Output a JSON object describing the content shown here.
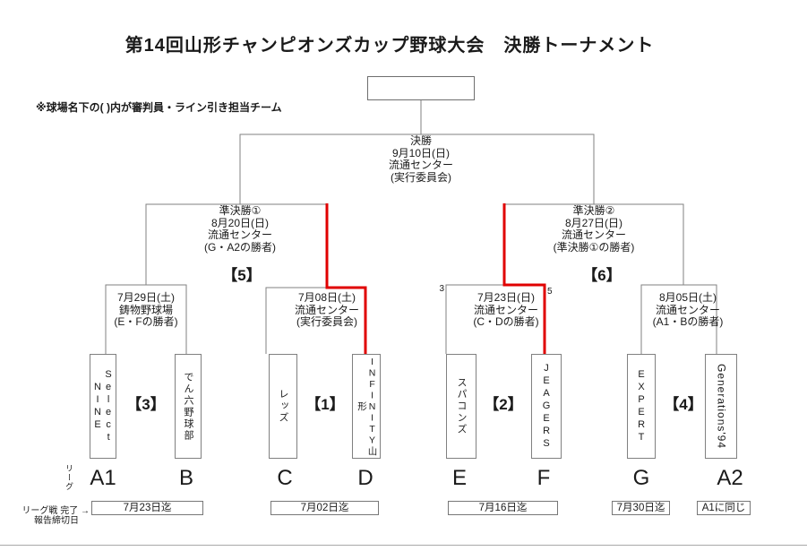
{
  "title": "第14回山形チャンピオンズカップ野球大会　決勝トーナメント",
  "note": "※球場名下の( )内が審判員・ライン引き担当チーム",
  "rounds": {
    "final": {
      "label": "決勝",
      "date": "9月10日(日)",
      "venue": "流通センター",
      "duty": "(実行委員会)"
    },
    "semifinal1": {
      "label": "準決勝①",
      "date": "8月20日(日)",
      "venue": "流通センター",
      "duty": "(G・A2の勝者)",
      "game_no": "【5】"
    },
    "semifinal2": {
      "label": "準決勝②",
      "date": "8月27日(日)",
      "venue": "流通センター",
      "duty": "(準決勝①の勝者)",
      "game_no": "【6】"
    },
    "qf_a1b": {
      "date": "7月29日(土)",
      "venue": "鋳物野球場",
      "duty": "(E・Fの勝者)",
      "game_no": "【3】"
    },
    "qf_cd": {
      "date": "7月08日(土)",
      "venue": "流通センター",
      "duty": "(実行委員会)",
      "game_no": "【1】"
    },
    "qf_ef": {
      "date": "7月23日(日)",
      "venue": "流通センター",
      "duty": "(C・Dの勝者)",
      "game_no": "【2】",
      "score_left": "3",
      "score_right": "5"
    },
    "qf_ga2": {
      "date": "8月05日(土)",
      "venue": "流通センター",
      "duty": "(A1・Bの勝者)",
      "game_no": "【4】"
    }
  },
  "teams": {
    "a1": {
      "slot": "A1",
      "name": "Select NINE",
      "lines": [
        "Select",
        "NINE"
      ]
    },
    "b": {
      "slot": "B",
      "name": "でん六野球部"
    },
    "c": {
      "slot": "C",
      "name": "レッズ"
    },
    "d": {
      "slot": "D",
      "name": "INFINITY山形"
    },
    "e": {
      "slot": "E",
      "name": "スパコンズ"
    },
    "f": {
      "slot": "F",
      "name": "JEAGERS"
    },
    "g": {
      "slot": "G",
      "name": "EXPERT"
    },
    "a2": {
      "slot": "A2",
      "name": "Generations'94"
    }
  },
  "league": {
    "label": "リーグ",
    "slots": [
      "A1",
      "B",
      "C",
      "D",
      "E",
      "F",
      "G",
      "A2"
    ],
    "caption_line1": "リーグ戦 完了 →",
    "caption_line2": "報告締切日",
    "deadlines": [
      "7月23日迄",
      "7月02日迄",
      "7月16日迄",
      "7月30日迄",
      "A1に同じ"
    ]
  },
  "colors": {
    "advance_red": "#e00000",
    "line_grey": "#828282",
    "text": "#1a1a1a"
  }
}
